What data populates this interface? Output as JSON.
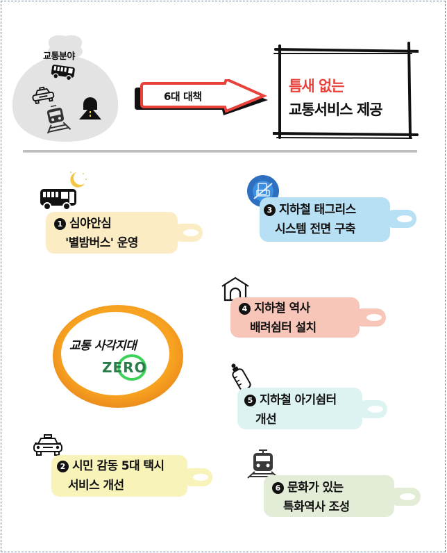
{
  "header": {
    "category_label": "교통분야",
    "arrow_label": "6대 대책",
    "goal": {
      "line1": "틈새 없는",
      "line2": "교통서비스 제공"
    }
  },
  "center_badge": {
    "title": "교통 사각지대",
    "zero": "ZERO"
  },
  "measures": [
    {
      "number": "❶",
      "line1": "심야안심",
      "line2": "'별밤버스' 운영",
      "icon": "night-bus-icon",
      "color": "#fbecc4"
    },
    {
      "number": "❷",
      "line1": "시민 감동 5대 택시",
      "line2": "서비스 개선",
      "icon": "taxi-icon",
      "color": "#f7f3b9"
    },
    {
      "number": "❸",
      "line1": "지하철 태그리스",
      "line2": "시스템 전면 구축",
      "icon": "no-card-tag-icon",
      "color": "#b8e0f4"
    },
    {
      "number": "❹",
      "line1": "지하철 역사",
      "line2": "배려쉼터 설치",
      "icon": "shelter-house-icon",
      "color": "#f7c6b8"
    },
    {
      "number": "❺",
      "line1": "지하철 아기쉼터",
      "line2": "개선",
      "icon": "baby-bottle-icon",
      "color": "#dcf3f2"
    },
    {
      "number": "❻",
      "line1": "문화가 있는",
      "line2": "특화역사 조성",
      "icon": "train-icon",
      "color": "#e2ecd6"
    }
  ],
  "colors": {
    "accent_red": "#e8423b",
    "badge_orange": "#f39a1d",
    "zero_green": "#2a7c4a",
    "zero_ring": "#3cd35a",
    "bag_gray": "#e3e3e3",
    "divider": "#bdbdbd"
  }
}
